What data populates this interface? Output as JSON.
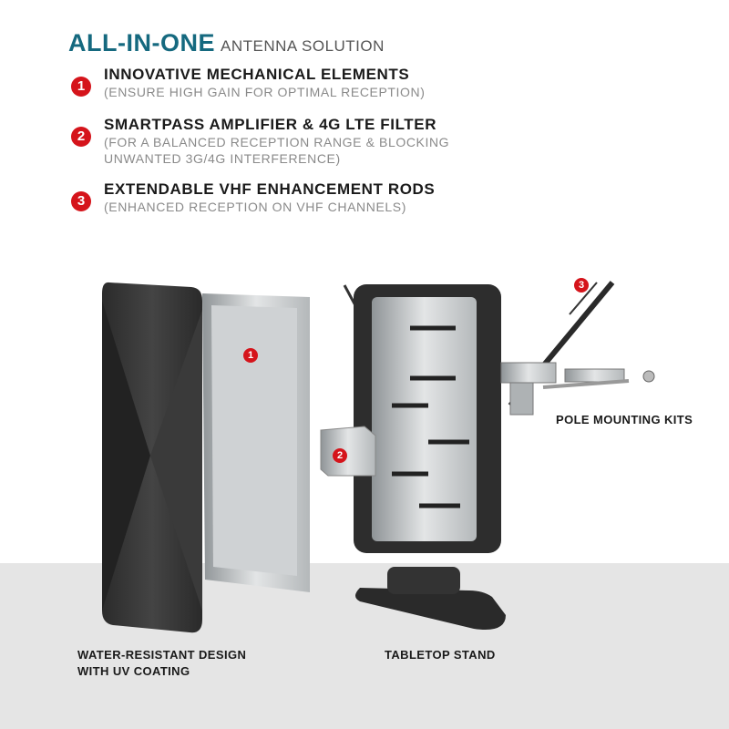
{
  "header": {
    "title_bold": "ALL-IN-ONE",
    "title_light": "ANTENNA SOLUTION"
  },
  "features": [
    {
      "number": "1",
      "heading": "INNOVATIVE MECHANICAL ELEMENTS",
      "sub": [
        "(ENSURE HIGH GAIN FOR OPTIMAL RECEPTION)"
      ]
    },
    {
      "number": "2",
      "heading": "SMARTPASS AMPLIFIER & 4G LTE FILTER",
      "sub": [
        "(FOR A BALANCED RECEPTION RANGE & BLOCKING",
        "UNWANTED 3G/4G INTERFERENCE)"
      ]
    },
    {
      "number": "3",
      "heading": "EXTENDABLE VHF ENHANCEMENT RODS",
      "sub": [
        "(ENHANCED RECEPTION ON VHF CHANNELS)"
      ]
    }
  ],
  "labels": {
    "pole": "POLE MOUNTING KITS",
    "cover_line1": "WATER-RESISTANT DESIGN",
    "cover_line2": "WITH UV COATING",
    "stand": "TABLETOP STAND"
  },
  "colors": {
    "accent": "#15697f",
    "badge": "#d5141b"
  }
}
